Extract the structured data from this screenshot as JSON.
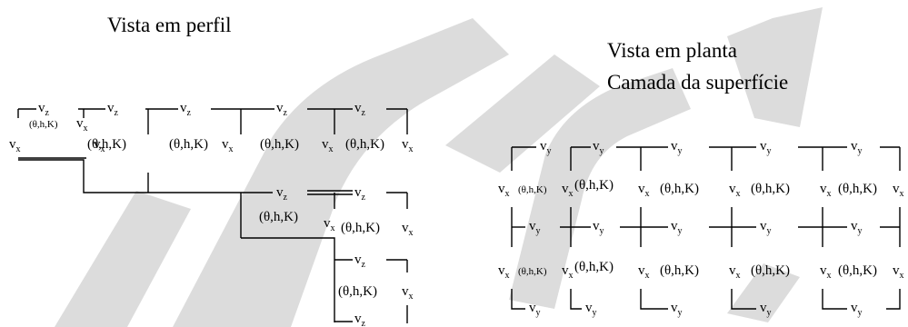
{
  "profile": {
    "title": "Vista em perfil",
    "cell_params": "(θ,h,K)",
    "velocity_vertical": "v",
    "velocity_vertical_sub": "z",
    "velocity_horizontal": "v",
    "velocity_horizontal_sub": "x"
  },
  "plan": {
    "title_line1": "Vista em planta",
    "title_line2": "Camada da superfície",
    "cell_params": "(θ,h,K)",
    "velocity_row": "v",
    "velocity_row_sub": "y",
    "velocity_col": "v",
    "velocity_col_sub": "x"
  }
}
